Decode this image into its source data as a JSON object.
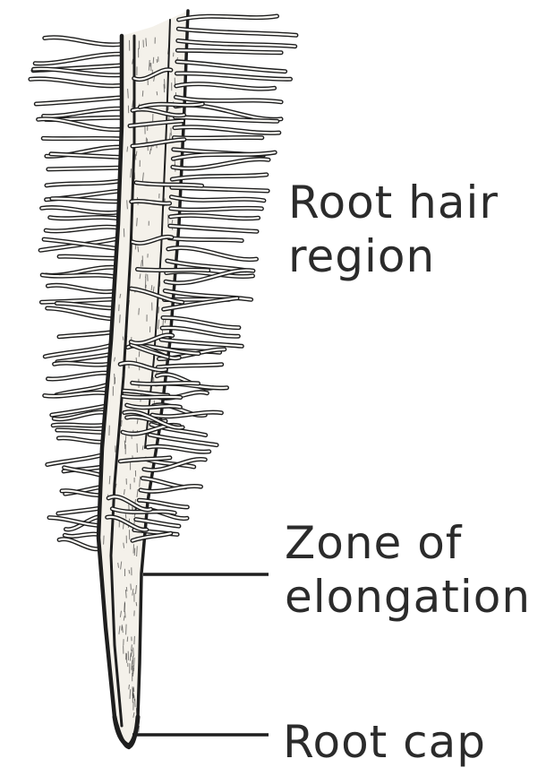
{
  "labels": {
    "root_hair_region": [
      "Root hair",
      "region"
    ],
    "zone_of_elongation": [
      "Zone of",
      "elongation"
    ],
    "root_cap": "Root cap"
  },
  "colors": {
    "ink": "#1e1e1e",
    "label_text": "#2b2b2b",
    "root_fill": "#f4f1ea",
    "hair_fill": "#fbfaf6",
    "background": "#ffffff"
  }
}
